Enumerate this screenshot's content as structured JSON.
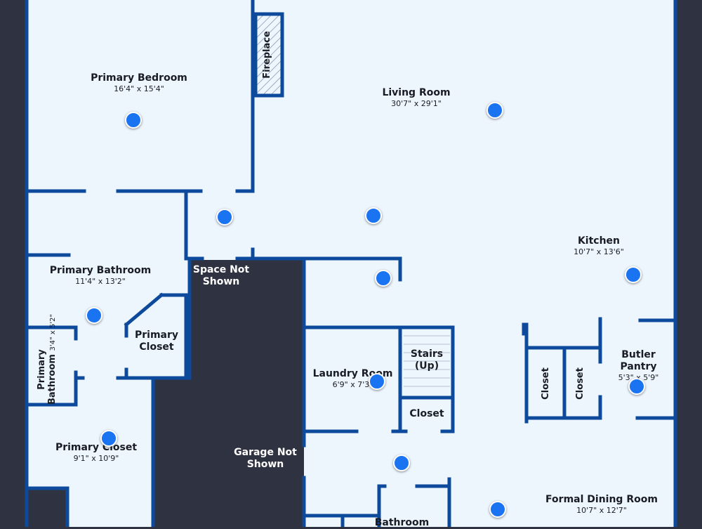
{
  "colors": {
    "floor": "#edf5fd",
    "wall": "#0d4a9c",
    "outside": "#2f3240",
    "dot": "#1a73f0"
  },
  "rooms": {
    "primary_bedroom": {
      "name": "Primary Bedroom",
      "dim": "16'4\" x 15'4\""
    },
    "living_room": {
      "name": "Living Room",
      "dim": "30'7\" x 29'1\""
    },
    "kitchen": {
      "name": "Kitchen",
      "dim": "10'7\" x 13'6\""
    },
    "primary_bathroom": {
      "name": "Primary Bathroom",
      "dim": "11'4\" x 13'2\""
    },
    "primary_closet_small": {
      "line1": "Primary",
      "line2": "Closet"
    },
    "primary_bathroom_small": {
      "line1": "Primary",
      "line2": "Bathroom",
      "dim": "3'4\" x 5'2\""
    },
    "primary_closet": {
      "name": "Primary Closet",
      "dim": "9'1\" x 10'9\""
    },
    "laundry_room": {
      "name": "Laundry Room",
      "dim": "6'9\" x 7'3\""
    },
    "stairs": {
      "line1": "Stairs",
      "line2": "(Up)"
    },
    "closet_stairs": {
      "name": "Closet"
    },
    "closet_a": {
      "name": "Closet"
    },
    "closet_b": {
      "name": "Closet"
    },
    "butler_pantry": {
      "line1": "Butler",
      "line2": "Pantry",
      "dim": "5'3\" x 5'9\""
    },
    "formal_dining": {
      "name": "Formal Dining Room",
      "dim": "10'7\" x 12'7\""
    },
    "bathroom": {
      "name": "Bathroom"
    },
    "fireplace": {
      "name": "Fireplace"
    },
    "space_not_shown": {
      "line1": "Space Not",
      "line2": "Shown"
    },
    "garage_not_shown": {
      "line1": "Garage Not",
      "line2": "Shown"
    }
  }
}
